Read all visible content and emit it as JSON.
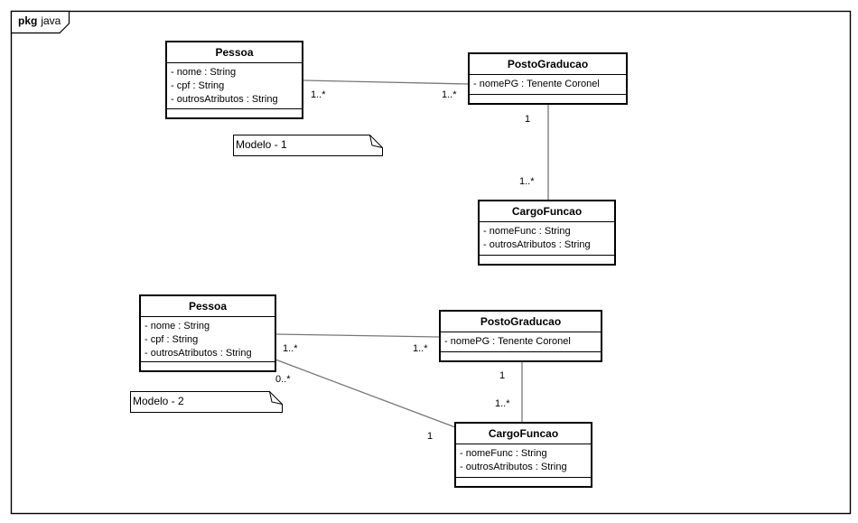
{
  "package_tab": {
    "keyword": "pkg",
    "name": "java"
  },
  "model1": {
    "note": "Modelo - 1",
    "pessoa": {
      "name": "Pessoa",
      "attributes": [
        "- nome : String",
        "- cpf : String",
        "- outrosAtributos : String"
      ]
    },
    "posto": {
      "name": "PostoGraducao",
      "attributes": [
        "- nomePG : Tenente Coronel"
      ]
    },
    "cargo": {
      "name": "CargoFuncao",
      "attributes": [
        "- nomeFunc : String",
        "- outrosAtributos : String"
      ]
    },
    "assoc_pessoa_posto": {
      "from_mult": "1..*",
      "to_mult": "1..*"
    },
    "assoc_posto_cargo": {
      "from_mult": "1",
      "to_mult": "1..*"
    }
  },
  "model2": {
    "note": "Modelo - 2",
    "pessoa": {
      "name": "Pessoa",
      "attributes": [
        "- nome : String",
        "- cpf : String",
        "- outrosAtributos : String"
      ]
    },
    "posto": {
      "name": "PostoGraducao",
      "attributes": [
        "- nomePG : Tenente Coronel"
      ]
    },
    "cargo": {
      "name": "CargoFuncao",
      "attributes": [
        "- nomeFunc : String",
        "- outrosAtributos : String"
      ]
    },
    "assoc_pessoa_posto": {
      "from_mult": "1..*",
      "to_mult": "1..*"
    },
    "assoc_posto_cargo": {
      "from_mult": "1",
      "to_mult": "1..*"
    },
    "assoc_pessoa_cargo": {
      "from_mult": "0..*",
      "to_mult": "1"
    }
  },
  "colors": {
    "border": "#000000",
    "line": "#777777",
    "background": "#ffffff"
  }
}
